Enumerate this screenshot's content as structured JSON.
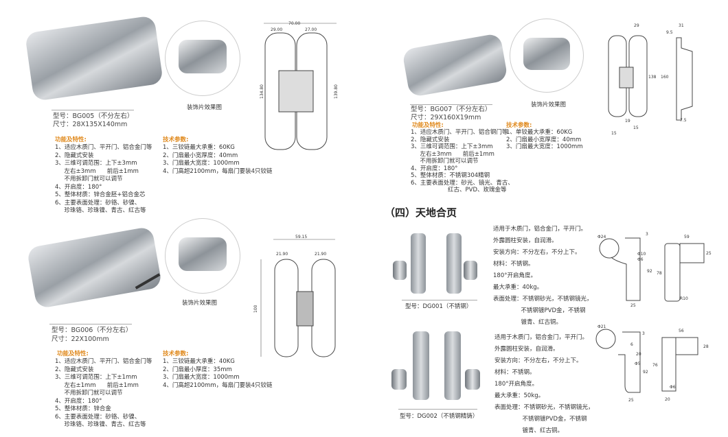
{
  "common": {
    "decor_caption": "装饰片效果图",
    "features_title": "功能及特性:",
    "tech_title": "技术参数:"
  },
  "bg005": {
    "model": "型号：BG005（不分左右）",
    "size": "尺寸：28X135X140mm",
    "features": "1、适应木质门、平开门、铝合金门等\n2、隐藏式安装\n3、三维可调范围：上下±3mm\n     左右±3mm      前后±1mm\n     不用拆卸门就可以调节\n4、开启度：180°\n5、整体材质：锌合金胚+铝合金芯\n6、主要表面处理：砂铬、砂镍、\n     珍珠铬、珍珠镍、青古、红古等",
    "tech": "1、三铰链最大承重：60KG\n2、门扇最小宽厚度：40mm\n3、门扇最大宽度：1000mm\n4、门高超2100mm，每扇门要装4只铰链",
    "dims": {
      "total": "70.00",
      "left": "29.00",
      "right": "27.00",
      "h1": "134.80",
      "h2": "139.80"
    }
  },
  "bg006": {
    "model": "型号：BG006（不分左右）",
    "size": "尺寸：22X100mm",
    "features": "1、适应木质门、平开门、铝合金门等\n2、隐藏式安装\n3、三维可调范围：上下±1mm\n     左右±1mm      前后±1mm\n     不用拆卸门就可以调节\n4、开启度：180°\n5、整体材质：锌合金\n6、主要表面处理：砂铬、砂镍、\n     珍珠铬、珍珠镍、青古、红古等",
    "tech": "1、三铰链最大承重：40KG\n2、门扇最小厚度：35mm\n3、门扇最大宽度：1000mm\n4、门高超2100mm，每扇门要装4只铰链",
    "dims": {
      "total": "59.15",
      "left": "21.90",
      "right": "21.90",
      "h": "100"
    }
  },
  "bg007": {
    "model": "型号：BG007（不分左右）",
    "size": "尺寸：29X160X19mm",
    "features": "1、适应木质门、平开门、铝合钢门等\n2、隐藏式安装\n3、三维可调范围：上下±3mm\n     左右±3mm      前后±1mm\n     不用拆卸门就可以调节\n4、开启度：180°\n5、整体材质：不锈钢304精钢\n6、主要表面处理：砂光、镜光、青古、\n                    红古、PVD、玫瑰金等",
    "tech": "1、单铰最大承重：60KG\n2、门扇最小宽厚度：40mm\n3、门扇最大宽度：1000mm",
    "dims": {
      "w": "29",
      "d": "31",
      "off": "9.5",
      "h1": "138",
      "h2": "160",
      "b1": "19",
      "b2": "15",
      "b3": "15",
      "b4": "7.5"
    }
  },
  "section": {
    "title": "（四）天地合页"
  },
  "dg001": {
    "caption": "型号：DG001（不锈钢）",
    "desc": "适用于木质门，铝合金门，平开门。\n外露圆柱安装，自润滑。\n安装方向：不分左右，不分上下。\n材料：不锈钢。\n180°开启角度。\n最大承重：40kg。\n表面处理：不锈钢砂光，不锈钢镜光，\n               不锈钢镀PVD金，不锈钢\n               镀青、红古铜。",
    "dims": {
      "d24": "Φ24",
      "t": "3",
      "d10": "Φ10",
      "d6": "Φ6",
      "h92": "92",
      "w25": "25",
      "w59": "59",
      "h78": "78",
      "h25": "25",
      "r": "R10"
    }
  },
  "dg002": {
    "caption": "型号：DG002（不锈钢精铸）",
    "desc": "适用于木质门，铝合金门，平开门。\n外露圆柱安装，自润滑。\n安装方向：不分左右，不分上下。\n材料：不锈钢。\n180°开启角度。\n最大承重：50kg。\n表面处理：不锈钢砂光，不锈钢镜光，\n               不锈钢镀PVD金，不锈钢\n               镀青、红古铜。",
    "dims": {
      "d21": "Φ21",
      "t": "3",
      "s6": "6",
      "s20": "20",
      "d5": "Φ5",
      "h92": "92",
      "w25": "25",
      "w56": "56",
      "h76": "76",
      "h28": "28",
      "d6": "Φ6",
      "w20": "20"
    }
  }
}
